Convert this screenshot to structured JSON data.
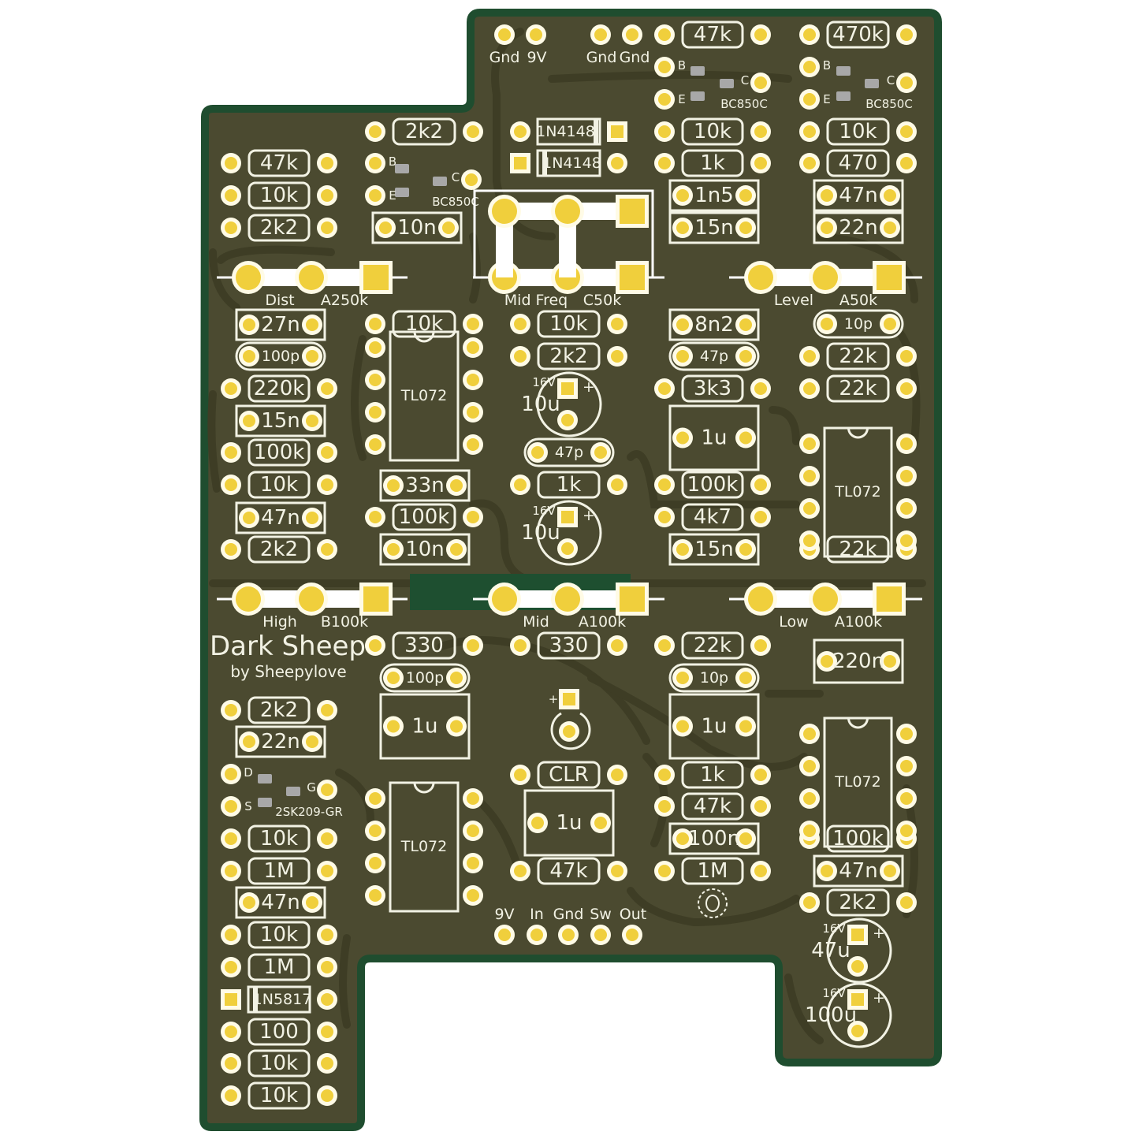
{
  "board": {
    "title": "Dark Sheep",
    "subtitle": "by Sheepylove",
    "colors": {
      "board": "#4b4a30",
      "edge": "#1f4d2f",
      "pad": "#f0cf3c",
      "silk": "#f2f2e4",
      "trace": "#3e3d25"
    }
  },
  "resistors": [
    {
      "ref": "r1",
      "value": "47k"
    },
    {
      "ref": "r2",
      "value": "470k"
    },
    {
      "ref": "r3",
      "value": "2k2"
    },
    {
      "ref": "r4",
      "value": "47k"
    },
    {
      "ref": "r5",
      "value": "10k"
    },
    {
      "ref": "r6",
      "value": "2k2"
    },
    {
      "ref": "r7",
      "value": "10k"
    },
    {
      "ref": "r8",
      "value": "1k"
    },
    {
      "ref": "r9",
      "value": "10k"
    },
    {
      "ref": "r10",
      "value": "470"
    },
    {
      "ref": "r11",
      "value": "10k"
    },
    {
      "ref": "r12",
      "value": "10k"
    },
    {
      "ref": "r13",
      "value": "2k2"
    },
    {
      "ref": "r14",
      "value": "22k"
    },
    {
      "ref": "r15",
      "value": "220k"
    },
    {
      "ref": "r16",
      "value": "3k3"
    },
    {
      "ref": "r17",
      "value": "22k"
    },
    {
      "ref": "r18",
      "value": "100k"
    },
    {
      "ref": "r19",
      "value": "10k"
    },
    {
      "ref": "r20",
      "value": "1k"
    },
    {
      "ref": "r21",
      "value": "100k"
    },
    {
      "ref": "r22",
      "value": "100k"
    },
    {
      "ref": "r23",
      "value": "4k7"
    },
    {
      "ref": "r24",
      "value": "2k2"
    },
    {
      "ref": "r25",
      "value": "22k"
    },
    {
      "ref": "r26",
      "value": "330"
    },
    {
      "ref": "r27",
      "value": "330"
    },
    {
      "ref": "r28",
      "value": "22k"
    },
    {
      "ref": "r29",
      "value": "2k2"
    },
    {
      "ref": "r30",
      "value": "CLR"
    },
    {
      "ref": "r31",
      "value": "1k"
    },
    {
      "ref": "r32",
      "value": "47k"
    },
    {
      "ref": "r33",
      "value": "10k"
    },
    {
      "ref": "r34",
      "value": "1M"
    },
    {
      "ref": "r35",
      "value": "100k"
    },
    {
      "ref": "r36",
      "value": "47k"
    },
    {
      "ref": "r37",
      "value": "1M"
    },
    {
      "ref": "r38",
      "value": "2k2"
    },
    {
      "ref": "r39",
      "value": "10k"
    },
    {
      "ref": "r40",
      "value": "1M"
    },
    {
      "ref": "r41",
      "value": "100"
    },
    {
      "ref": "r42",
      "value": "10k"
    },
    {
      "ref": "r43",
      "value": "10k"
    }
  ],
  "caps": [
    {
      "ref": "c1",
      "value": "10n"
    },
    {
      "ref": "c2",
      "value": "1n5"
    },
    {
      "ref": "c3",
      "value": "47n"
    },
    {
      "ref": "c4",
      "value": "15n"
    },
    {
      "ref": "c5",
      "value": "22n"
    },
    {
      "ref": "c6",
      "value": "27n"
    },
    {
      "ref": "c7",
      "value": "8n2"
    },
    {
      "ref": "c8",
      "value": "15n"
    },
    {
      "ref": "c9",
      "value": "33n"
    },
    {
      "ref": "c10",
      "value": "47n"
    },
    {
      "ref": "c11",
      "value": "10n"
    },
    {
      "ref": "c12",
      "value": "15n"
    },
    {
      "ref": "c13",
      "value": "220n"
    },
    {
      "ref": "c14",
      "value": "22n"
    },
    {
      "ref": "c15",
      "value": "100n"
    },
    {
      "ref": "c16",
      "value": "47n"
    },
    {
      "ref": "c17",
      "value": "47n"
    }
  ],
  "ceramic": [
    {
      "ref": "cc1",
      "value": "10p"
    },
    {
      "ref": "cc2",
      "value": "100p"
    },
    {
      "ref": "cc3",
      "value": "47p"
    },
    {
      "ref": "cc4",
      "value": "47p"
    },
    {
      "ref": "cc5",
      "value": "100p"
    },
    {
      "ref": "cc6",
      "value": "10p"
    }
  ],
  "film": [
    {
      "ref": "f1",
      "value": "1u"
    },
    {
      "ref": "f2",
      "value": "1u"
    },
    {
      "ref": "f3",
      "value": "1u"
    },
    {
      "ref": "f4",
      "value": "1u"
    }
  ],
  "electrolytic": [
    {
      "ref": "e1",
      "voltage": "16V",
      "value": "10u"
    },
    {
      "ref": "e2",
      "voltage": "16V",
      "value": "10u"
    },
    {
      "ref": "e3",
      "voltage": "16V",
      "value": "47u"
    },
    {
      "ref": "e4",
      "voltage": "16V",
      "value": "100u"
    }
  ],
  "diodes": [
    {
      "ref": "d1",
      "value": "1N4148"
    },
    {
      "ref": "d2",
      "value": "1N4148"
    },
    {
      "ref": "d3",
      "value": "1N5817"
    }
  ],
  "ics": [
    {
      "ref": "ic1",
      "value": "TL072"
    },
    {
      "ref": "ic2",
      "value": "TL072"
    },
    {
      "ref": "ic3",
      "value": "TL072"
    },
    {
      "ref": "ic4",
      "value": "TL072"
    }
  ],
  "transistors": [
    {
      "ref": "q1",
      "part": "BC850C",
      "pins": [
        "B",
        "E",
        "C"
      ]
    },
    {
      "ref": "q2",
      "part": "BC850C",
      "pins": [
        "B",
        "E",
        "C"
      ]
    },
    {
      "ref": "q3",
      "part": "BC850C",
      "pins": [
        "B",
        "E",
        "C"
      ]
    },
    {
      "ref": "q4",
      "part": "2SK209-GR",
      "pins": [
        "D",
        "S",
        "G"
      ]
    }
  ],
  "pots": [
    {
      "ref": "p1",
      "name": "Dist",
      "value": "A250k"
    },
    {
      "ref": "p2",
      "name": "Mid Freq",
      "value": "C50k"
    },
    {
      "ref": "p3",
      "name": "Level",
      "value": "A50k"
    },
    {
      "ref": "p4",
      "name": "High",
      "value": "B100k"
    },
    {
      "ref": "p5",
      "name": "Mid",
      "value": "A100k"
    },
    {
      "ref": "p6",
      "name": "Low",
      "value": "A100k"
    }
  ],
  "headers": {
    "top": [
      "Gnd",
      "9V",
      "Gnd",
      "Gnd"
    ],
    "bottom": [
      "9V",
      "In",
      "Gnd",
      "Sw",
      "Out"
    ]
  },
  "misc": {
    "led_plus": "+"
  }
}
